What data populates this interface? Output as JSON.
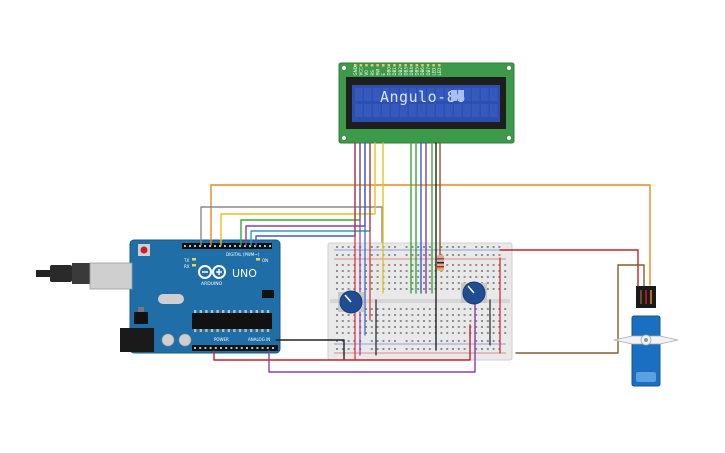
{
  "lcd": {
    "display_text": "Angulo-86",
    "pin_labels": [
      "GND",
      "VCC",
      "V0",
      "RS",
      "RW",
      "E",
      "DB0",
      "DB1",
      "DB2",
      "DB3",
      "DB4",
      "DB5",
      "DB6",
      "DB7",
      "LED",
      "LED"
    ]
  },
  "arduino": {
    "brand_label": "ARDUINO",
    "model_label": "UNO",
    "digital_header_label": "DIGITAL (PWM~)",
    "power_header_label": "POWER",
    "analog_header_label": "ANALOG IN",
    "tx_label": "TX",
    "rx_label": "RX",
    "on_label": "ON"
  },
  "colors": {
    "arduino_blue": "#1f6ea8",
    "lcd_green": "#3c9a4a",
    "lcd_screen": "#2d4fb0",
    "wire_orange": "#e8891e",
    "wire_red": "#c8202a",
    "wire_brown": "#8a5a2b",
    "wire_purple": "#8a3ea8",
    "wire_green": "#3aa83a",
    "wire_yellow": "#e6c21a",
    "wire_gray": "#8a8a8a",
    "wire_black": "#222222",
    "servo_blue": "#1a6fc0"
  }
}
